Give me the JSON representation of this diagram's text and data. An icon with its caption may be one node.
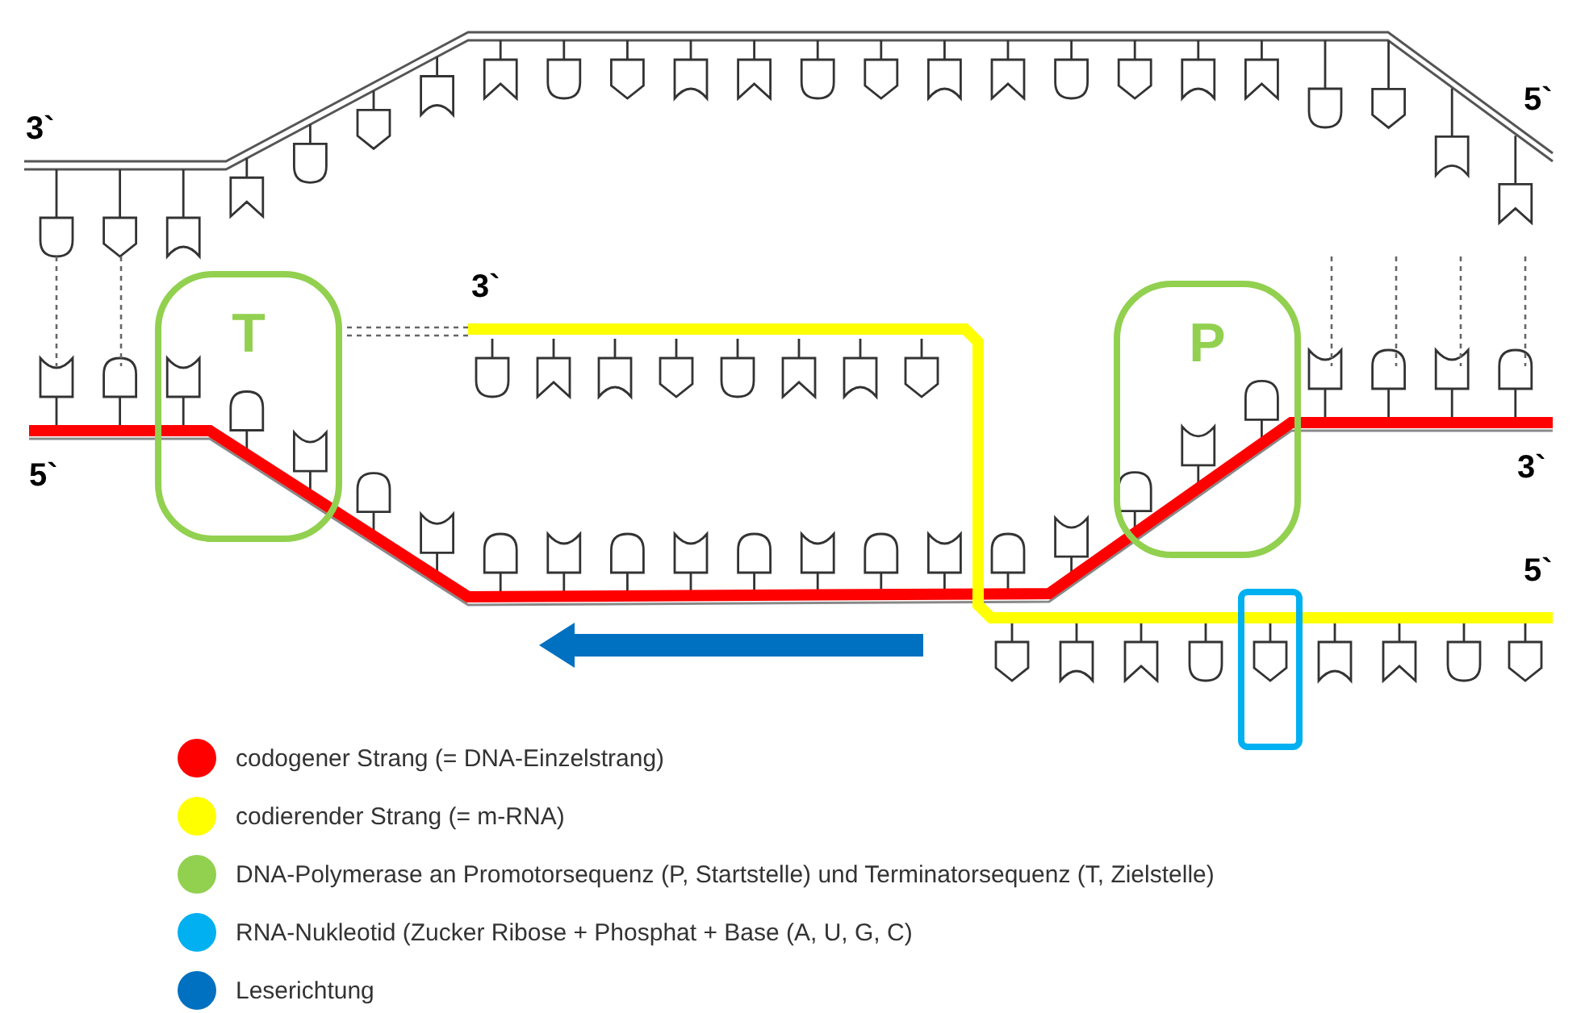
{
  "diagram": {
    "nodes": [
      {
        "text": [
          "T"
        ]
      },
      {
        "text": [
          "P"
        ]
      },
      {
        "text": [],
        "shape": "box"
      }
    ],
    "edges": [],
    "labels": [
      "3`",
      "5`",
      "3`",
      "5`",
      "3`",
      "5`"
    ],
    "legend": [
      {
        "text": "codogener Strang (= DNA-Einzelstrang)",
        "color": "#ff0000"
      },
      {
        "text": "codierender Strang (= m-RNA)",
        "color": "#ffff00"
      },
      {
        "text": "DNA-Polymerase an Promotorsequenz (P, Startstelle) und Terminatorsequenz (T, Zielstelle)",
        "color": "#92d050"
      },
      {
        "text": "RNA-Nukleotid (Zucker Ribose + Phosphat + Base (A, U, G, C)",
        "color": "#00b0f0"
      },
      {
        "text": "Leserichtung",
        "color": "#0070c0"
      }
    ]
  }
}
